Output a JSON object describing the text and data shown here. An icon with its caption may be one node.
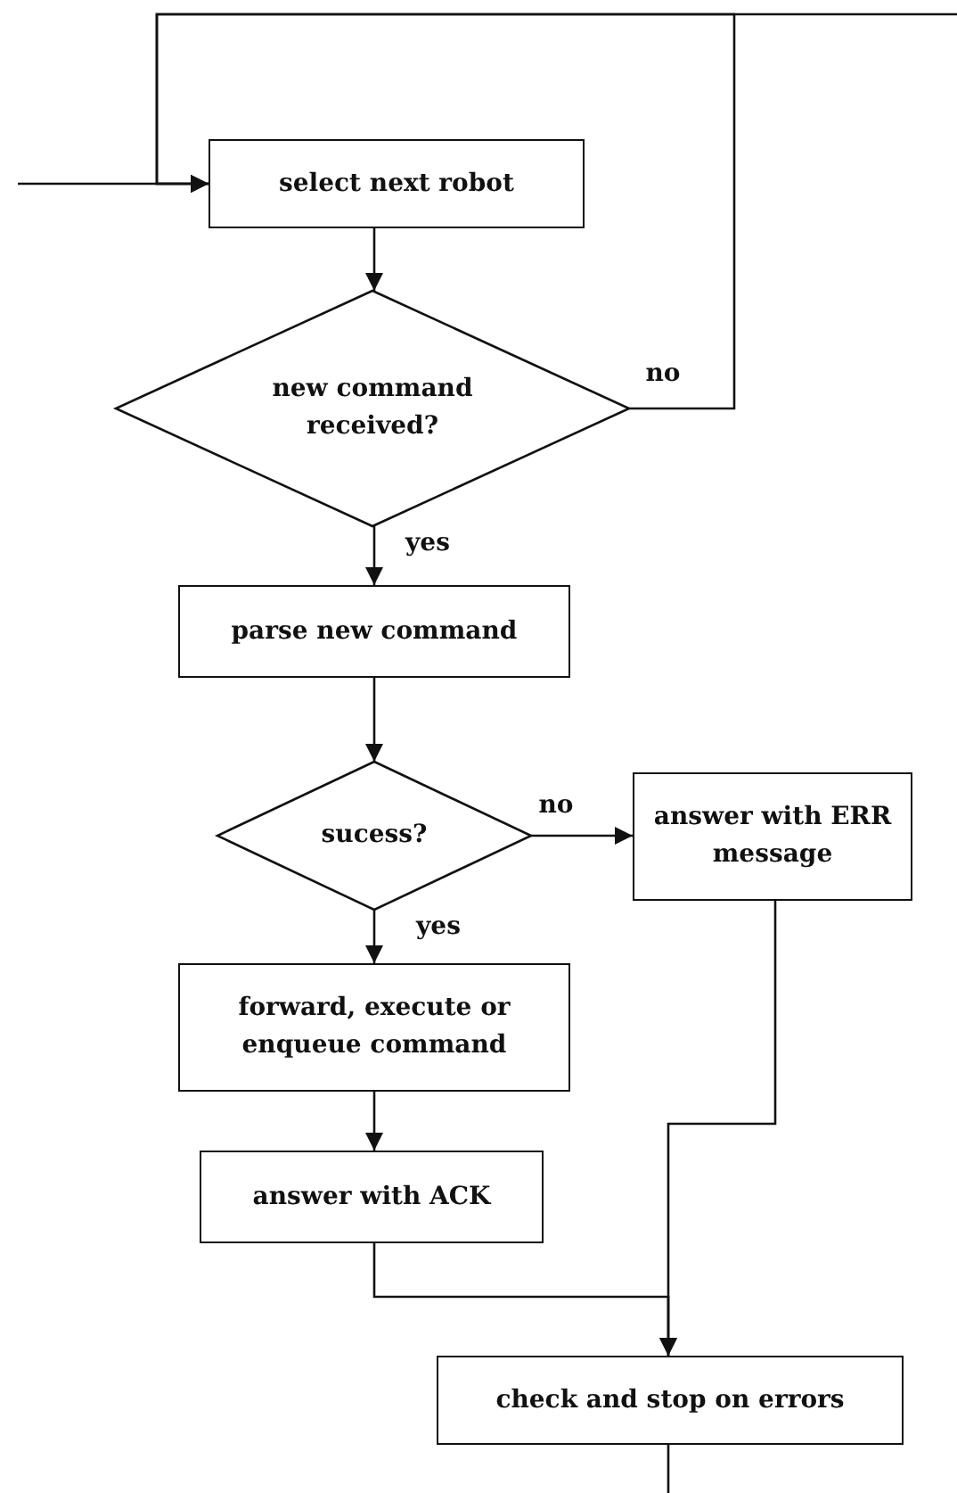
{
  "diagram": {
    "nodes": [
      {
        "text": [
          "select next robot"
        ]
      },
      {
        "text": [
          "new command received?"
        ]
      },
      {
        "text": [
          "parse new command"
        ]
      },
      {
        "text": [
          "sucess?"
        ]
      },
      {
        "text": [
          "answer with ERR message"
        ]
      },
      {
        "text": [
          "forward, execute or enqueue command"
        ]
      },
      {
        "text": [
          "answer with ACK"
        ]
      },
      {
        "text": [
          "check and stop on errors"
        ]
      }
    ],
    "edges": [
      {
        "from": null,
        "to": 0,
        "arrow": "to"
      },
      {
        "from": 0,
        "to": 1,
        "arrow": "to"
      },
      {
        "from": 1,
        "to": 0,
        "arrow": "to",
        "label": "no"
      },
      {
        "from": null,
        "to": 0,
        "arrow": "to"
      },
      {
        "from": 1,
        "to": 2,
        "arrow": "to",
        "label": "yes"
      },
      {
        "from": 2,
        "to": 3,
        "arrow": "to"
      },
      {
        "from": 3,
        "to": 4,
        "arrow": "to",
        "label": "no"
      },
      {
        "from": 3,
        "to": 5,
        "arrow": "to",
        "label": "yes"
      },
      {
        "from": 5,
        "to": 6,
        "arrow": "to"
      },
      {
        "from": 6,
        "to": 7,
        "arrow": "to"
      },
      {
        "from": 4,
        "to": 7,
        "arrow": "to"
      },
      {
        "from": 7,
        "to": null,
        "arrow": "none"
      }
    ]
  }
}
